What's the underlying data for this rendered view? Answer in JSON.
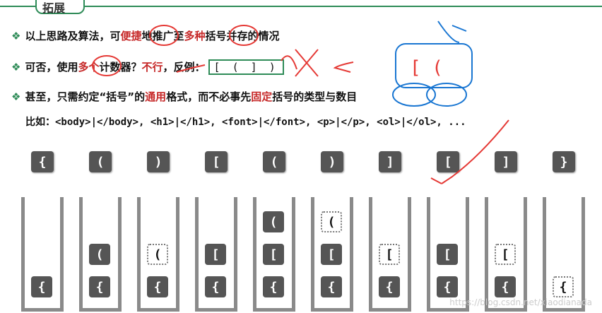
{
  "title": "拓展",
  "bullets": [
    {
      "mark": "❖",
      "segments": [
        {
          "text": "以上思路及算法，可",
          "hl": false
        },
        {
          "text": "便捷",
          "hl": true
        },
        {
          "text": "地推广至",
          "hl": false
        },
        {
          "text": "多种",
          "hl": true
        },
        {
          "text": "括号并存的情况",
          "hl": false
        }
      ]
    },
    {
      "mark": "❖",
      "segments": [
        {
          "text": "可否，使用",
          "hl": false
        },
        {
          "text": "多个",
          "hl": true
        },
        {
          "text": "计数器？",
          "hl": false
        },
        {
          "text": "不行",
          "hl": true
        },
        {
          "text": "，反例：",
          "hl": false
        }
      ],
      "example": "[ ( ] )"
    },
    {
      "mark": "❖",
      "segments": [
        {
          "text": "甚至，只需约定“括号”的",
          "hl": false
        },
        {
          "text": "通用",
          "hl": true
        },
        {
          "text": "格式，而不必事先",
          "hl": false
        },
        {
          "text": "固定",
          "hl": true
        },
        {
          "text": "括号的类型与数目",
          "hl": false
        }
      ]
    }
  ],
  "example_line": "比如：<body>|</body>, <h1>|</h1>, <font>|</font>, <p>|</p>, <ol>|</ol>, ...",
  "tokens": [
    "{",
    "(",
    ")",
    "[",
    "(",
    ")",
    "]",
    "[",
    "]",
    "}"
  ],
  "stacks": [
    [
      {
        "c": "{",
        "ghost": false
      }
    ],
    [
      {
        "c": "{",
        "ghost": false
      },
      {
        "c": "(",
        "ghost": false
      }
    ],
    [
      {
        "c": "{",
        "ghost": false
      },
      {
        "c": "(",
        "ghost": true
      }
    ],
    [
      {
        "c": "{",
        "ghost": false
      },
      {
        "c": "[",
        "ghost": false
      }
    ],
    [
      {
        "c": "{",
        "ghost": false
      },
      {
        "c": "[",
        "ghost": false
      },
      {
        "c": "(",
        "ghost": false
      }
    ],
    [
      {
        "c": "{",
        "ghost": false
      },
      {
        "c": "[",
        "ghost": false
      },
      {
        "c": "(",
        "ghost": true
      }
    ],
    [
      {
        "c": "{",
        "ghost": false
      },
      {
        "c": "[",
        "ghost": true
      }
    ],
    [
      {
        "c": "{",
        "ghost": false
      },
      {
        "c": "[",
        "ghost": false
      }
    ],
    [
      {
        "c": "{",
        "ghost": false
      },
      {
        "c": "[",
        "ghost": true
      }
    ],
    [
      {
        "c": "{",
        "ghost": true
      }
    ]
  ],
  "annotation_text": "[ (",
  "watermark": "https://blog.csdn.net/xiaodianada",
  "colors": {
    "accent": "#2e8b57",
    "highlight": "#c62828",
    "pen_red": "#e53935",
    "pen_blue": "#1976d2"
  }
}
